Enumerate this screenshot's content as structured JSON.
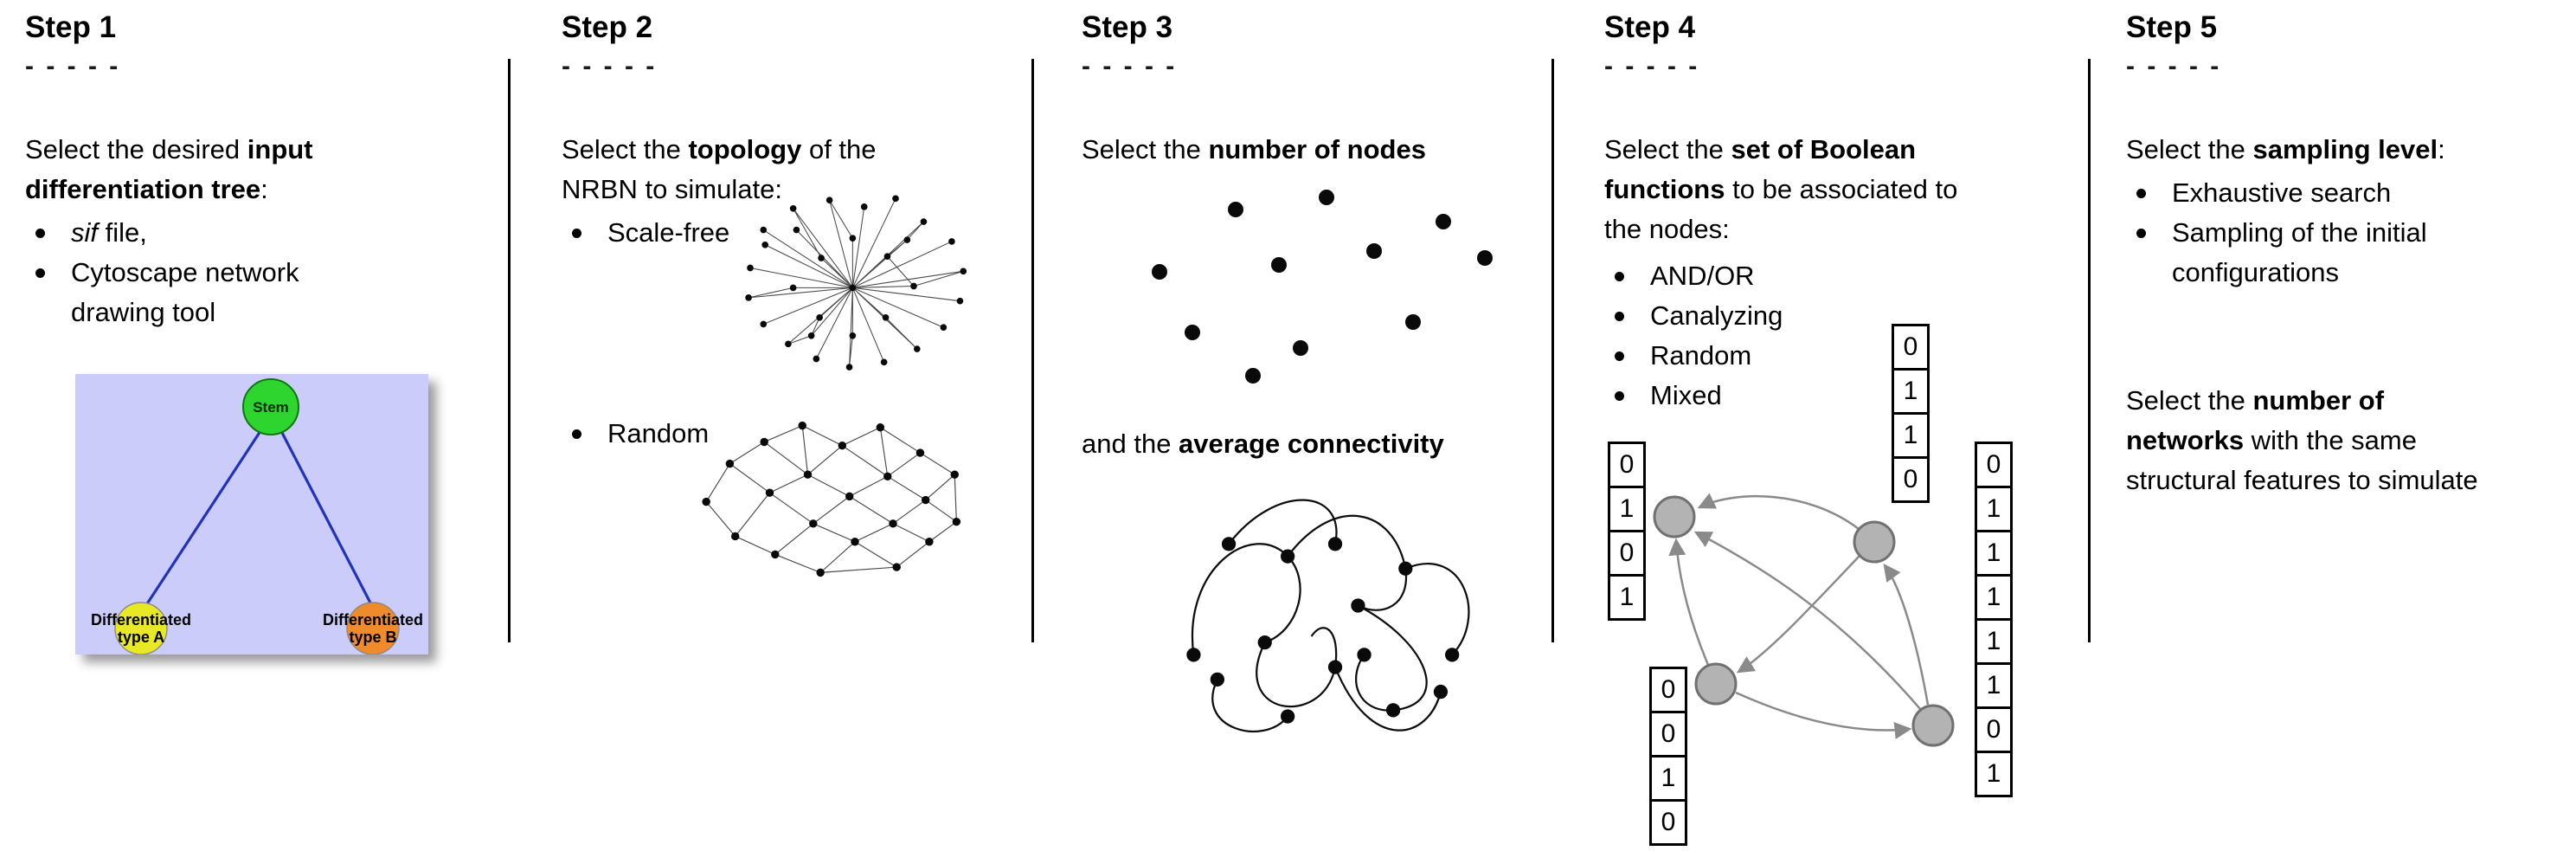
{
  "steps": [
    {
      "title": "Step 1",
      "dashes": "- - - - -",
      "intro_lines": [
        [
          {
            "t": "Select the desired "
          },
          {
            "t": "input",
            "b": true
          }
        ],
        [
          {
            "t": "differentiation tree",
            "b": true
          },
          {
            "t": ":"
          }
        ]
      ],
      "bullets": [
        [
          {
            "t": "sif",
            "i": true
          },
          {
            "t": " file,"
          }
        ],
        [
          {
            "t": "Cytoscape network drawing tool"
          }
        ]
      ],
      "tree": {
        "root_label": "Stem",
        "left_label_line1": "Differentiated",
        "left_label_line2": "type A",
        "right_label_line1": "Differentiated",
        "right_label_line2": "type B",
        "colors": {
          "background": "#ccccfa",
          "root": "#2ed52e",
          "root_stroke": "#0a7a0a",
          "left": "#e8e826",
          "right": "#ef8b2a",
          "edge": "#2233bb"
        }
      }
    },
    {
      "title": "Step 2",
      "dashes": "- - - - -",
      "intro_lines": [
        [
          {
            "t": "Select the "
          },
          {
            "t": "topology",
            "b": true
          },
          {
            "t": " of the"
          }
        ],
        [
          {
            "t": "NRBN to simulate:"
          }
        ]
      ],
      "bullets": [
        [
          {
            "t": "Scale-free"
          }
        ],
        [
          {
            "t": "Random"
          }
        ]
      ]
    },
    {
      "title": "Step 3",
      "dashes": "- - - - -",
      "line1": [
        {
          "t": "Select the "
        },
        {
          "t": "number of nodes",
          "b": true
        }
      ],
      "line2": [
        {
          "t": "and the "
        },
        {
          "t": "average connectivity",
          "b": true
        }
      ]
    },
    {
      "title": "Step 4",
      "dashes": "- - - - -",
      "intro_lines": [
        [
          {
            "t": "Select the "
          },
          {
            "t": "set of Boolean",
            "b": true
          }
        ],
        [
          {
            "t": "functions",
            "b": true
          },
          {
            "t": " to be associated to"
          }
        ],
        [
          {
            "t": "the nodes:"
          }
        ]
      ],
      "bullets": [
        [
          {
            "t": "AND/OR"
          }
        ],
        [
          {
            "t": "Canalyzing"
          }
        ],
        [
          {
            "t": "Random"
          }
        ],
        [
          {
            "t": "Mixed"
          }
        ]
      ],
      "truth_tables": {
        "left": [
          "0",
          "1",
          "0",
          "1"
        ],
        "top": [
          "0",
          "1",
          "1",
          "0"
        ],
        "bottom": [
          "0",
          "0",
          "1",
          "0"
        ],
        "right": [
          "0",
          "1",
          "1",
          "1",
          "1",
          "1",
          "0",
          "1"
        ]
      }
    },
    {
      "title": "Step 5",
      "dashes": "- - - - -",
      "intro_lines": [
        [
          {
            "t": "Select the "
          },
          {
            "t": "sampling level",
            "b": true
          },
          {
            "t": ":"
          }
        ]
      ],
      "bullets": [
        [
          {
            "t": "Exhaustive search"
          }
        ],
        [
          {
            "t": "Sampling of the initial configurations"
          }
        ]
      ],
      "para_lines": [
        [
          {
            "t": "Select the "
          },
          {
            "t": "number of",
            "b": true
          }
        ],
        [
          {
            "t": "networks",
            "b": true
          },
          {
            "t": " with the same"
          }
        ],
        [
          {
            "t": "structural features to simulate"
          }
        ]
      ]
    }
  ]
}
